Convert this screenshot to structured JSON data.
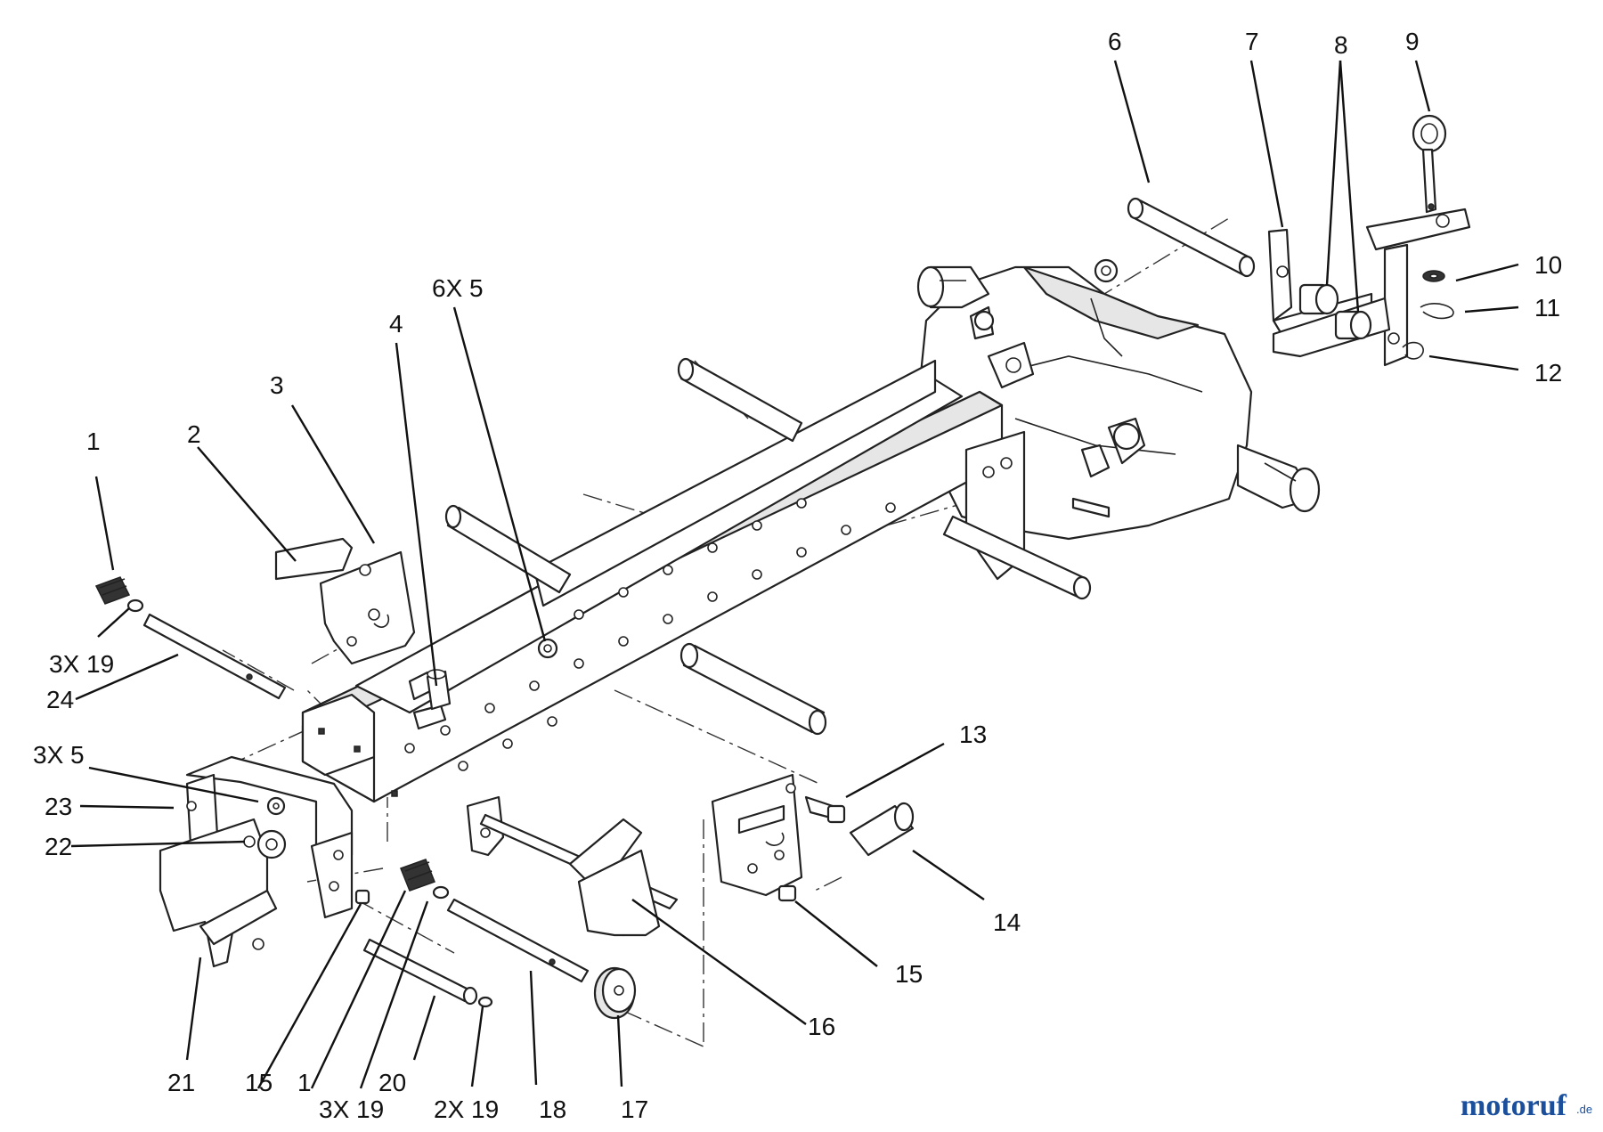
{
  "callouts": [
    {
      "id": "c1a",
      "text": "1"
    },
    {
      "id": "c2",
      "text": "2"
    },
    {
      "id": "c3",
      "text": "3"
    },
    {
      "id": "c4",
      "text": "4"
    },
    {
      "id": "c6x5",
      "text": "6X 5"
    },
    {
      "id": "c6",
      "text": "6"
    },
    {
      "id": "c7",
      "text": "7"
    },
    {
      "id": "c8",
      "text": "8"
    },
    {
      "id": "c9",
      "text": "9"
    },
    {
      "id": "c10",
      "text": "10"
    },
    {
      "id": "c11",
      "text": "11"
    },
    {
      "id": "c12",
      "text": "12"
    },
    {
      "id": "c13",
      "text": "13"
    },
    {
      "id": "c14",
      "text": "14"
    },
    {
      "id": "c15a",
      "text": "15"
    },
    {
      "id": "c16",
      "text": "16"
    },
    {
      "id": "c17",
      "text": "17"
    },
    {
      "id": "c18",
      "text": "18"
    },
    {
      "id": "c2x19",
      "text": "2X 19"
    },
    {
      "id": "c20",
      "text": "20"
    },
    {
      "id": "c3x19b",
      "text": "3X 19"
    },
    {
      "id": "c1b",
      "text": "1"
    },
    {
      "id": "c15b",
      "text": "15"
    },
    {
      "id": "c21",
      "text": "21"
    },
    {
      "id": "c22",
      "text": "22"
    },
    {
      "id": "c23",
      "text": "23"
    },
    {
      "id": "c3x5",
      "text": "3X 5"
    },
    {
      "id": "c24",
      "text": "24"
    },
    {
      "id": "c3x19a",
      "text": "3X 19"
    }
  ],
  "watermark": {
    "brand_main": "motoruf",
    "brand_suffix": ".de"
  }
}
